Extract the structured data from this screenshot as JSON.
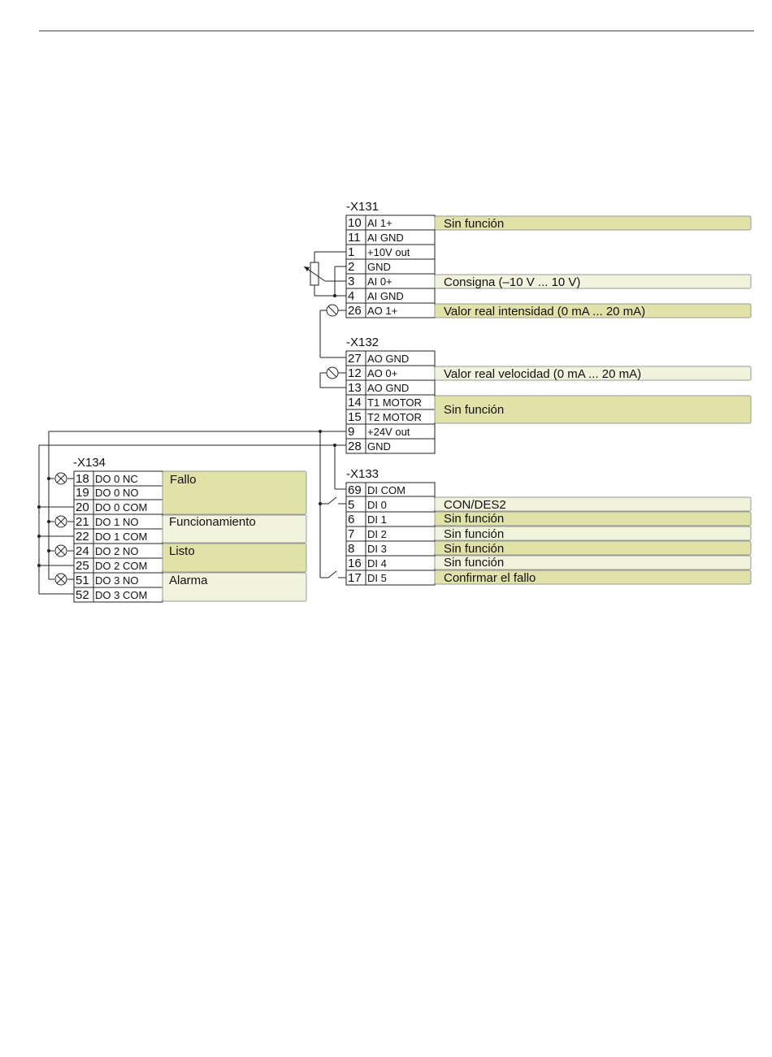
{
  "blocks": {
    "x131": {
      "title": "-X131",
      "rows": [
        {
          "num": "10",
          "signal": "AI 1+"
        },
        {
          "num": "11",
          "signal": "AI GND"
        },
        {
          "num": "1",
          "signal": "+10V out"
        },
        {
          "num": "2",
          "signal": "GND"
        },
        {
          "num": "3",
          "signal": "AI 0+"
        },
        {
          "num": "4",
          "signal": "AI GND"
        },
        {
          "num": "26",
          "signal": "AO 1+"
        }
      ],
      "functions": [
        "Sin función",
        "Consigna (–10 V ... 10 V)",
        "Valor real intensidad (0 mA ... 20 mA)"
      ]
    },
    "x132": {
      "title": "-X132",
      "rows": [
        {
          "num": "27",
          "signal": "AO GND"
        },
        {
          "num": "12",
          "signal": "AO 0+"
        },
        {
          "num": "13",
          "signal": "AO GND"
        },
        {
          "num": "14",
          "signal": "T1 MOTOR"
        },
        {
          "num": "15",
          "signal": "T2 MOTOR"
        },
        {
          "num": "9",
          "signal": "+24V out"
        },
        {
          "num": "28",
          "signal": "GND"
        }
      ],
      "functions": [
        "Valor real velocidad (0 mA ... 20 mA)",
        "Sin función"
      ]
    },
    "x133": {
      "title": "-X133",
      "rows": [
        {
          "num": "69",
          "signal": "DI COM"
        },
        {
          "num": "5",
          "signal": "DI 0"
        },
        {
          "num": "6",
          "signal": "DI 1"
        },
        {
          "num": "7",
          "signal": "DI 2"
        },
        {
          "num": "8",
          "signal": "DI 3"
        },
        {
          "num": "16",
          "signal": "DI 4"
        },
        {
          "num": "17",
          "signal": "DI 5"
        }
      ],
      "functions": [
        "CON/DES2",
        "Sin función",
        "Sin función",
        "Sin función",
        "Sin función",
        "Confirmar el fallo"
      ]
    },
    "x134": {
      "title": "-X134",
      "rows": [
        {
          "num": "18",
          "signal": "DO 0 NC"
        },
        {
          "num": "19",
          "signal": "DO 0 NO"
        },
        {
          "num": "20",
          "signal": "DO 0 COM"
        },
        {
          "num": "21",
          "signal": "DO 1 NO"
        },
        {
          "num": "22",
          "signal": "DO 1 COM"
        },
        {
          "num": "24",
          "signal": "DO 2 NO"
        },
        {
          "num": "25",
          "signal": "DO 2 COM"
        },
        {
          "num": "51",
          "signal": "DO 3 NO"
        },
        {
          "num": "52",
          "signal": "DO 3 COM"
        }
      ],
      "functions": [
        "Fallo",
        "Funcionamiento",
        "Listo",
        "Alarma"
      ]
    }
  },
  "colors": {
    "function_dark": "#e0e2a8",
    "function_light": "#f1f3dc",
    "line": "#222222"
  }
}
